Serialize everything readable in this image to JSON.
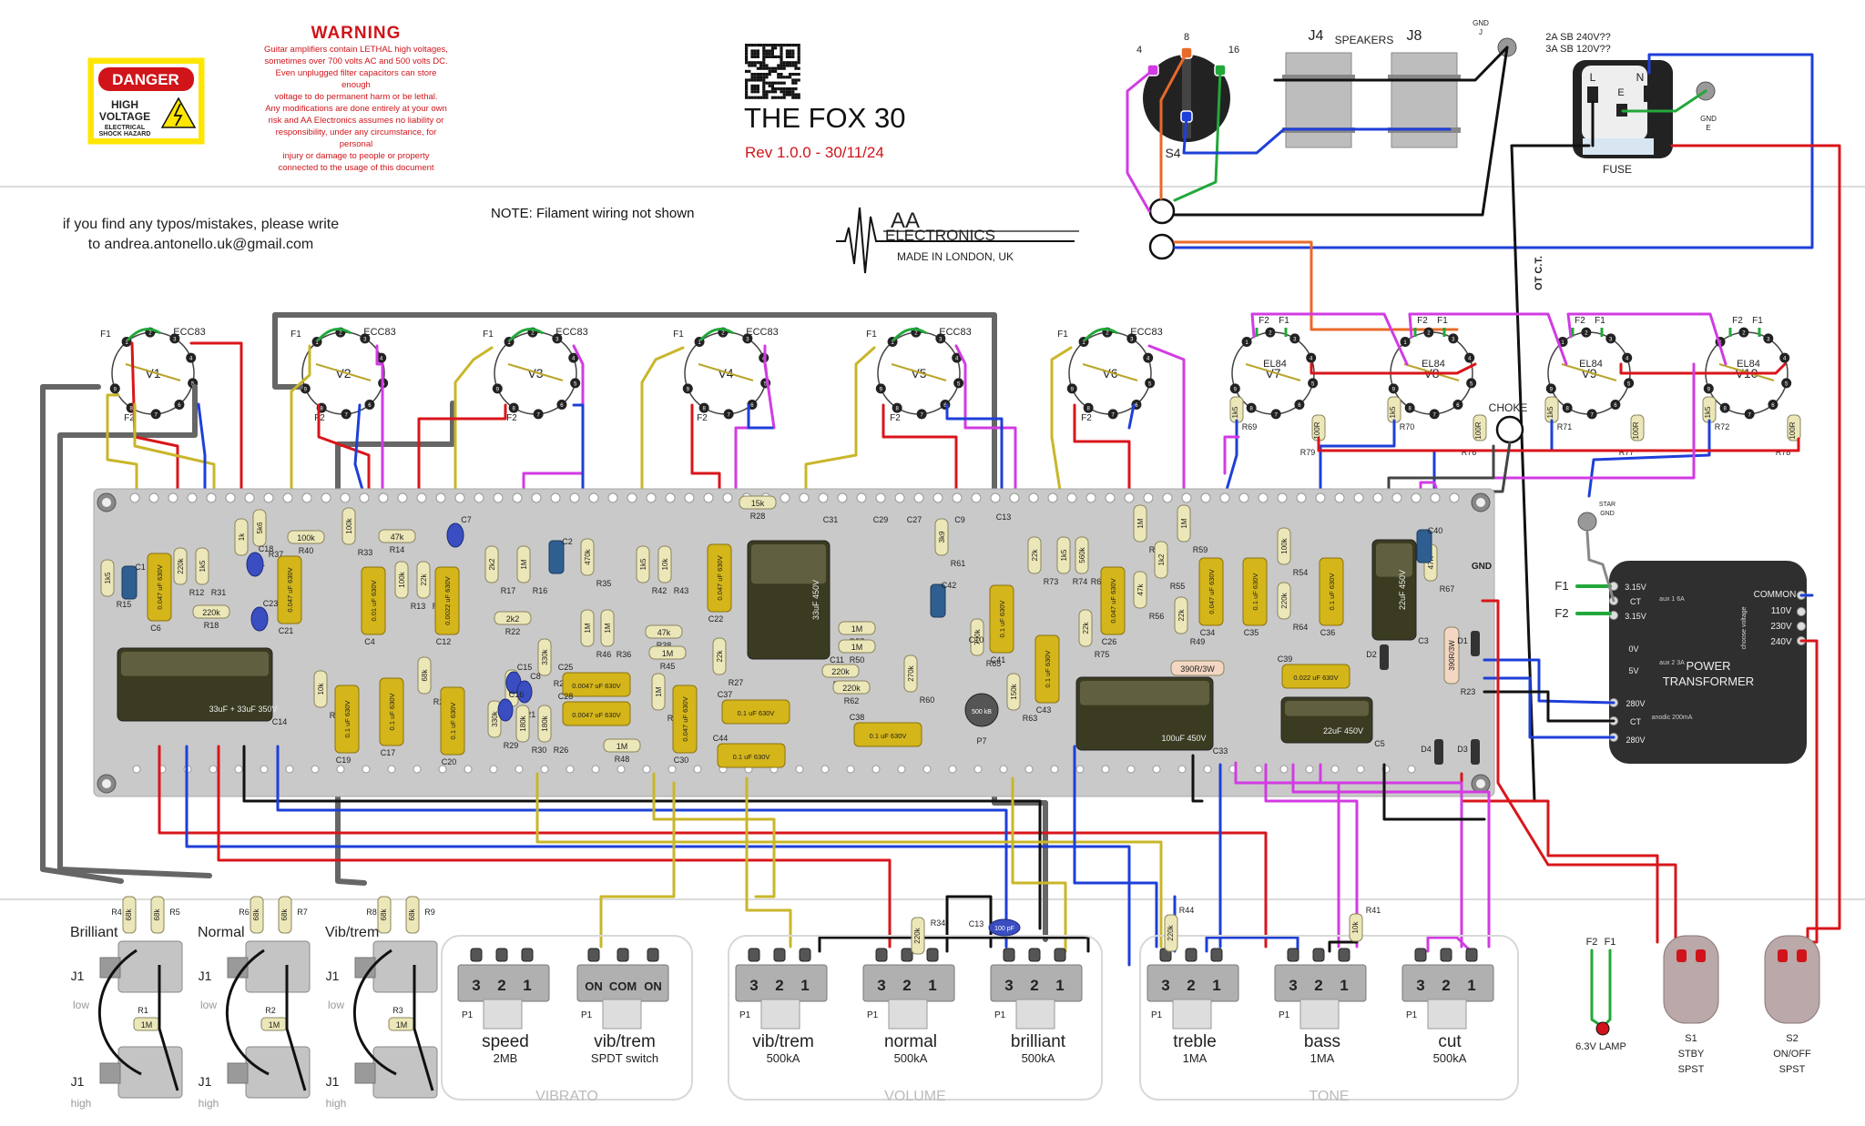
{
  "header": {
    "warning_title": "WARNING",
    "warning_lines": [
      "Guitar amplifiers contain LETHAL high voltages,",
      "sometimes over 700 volts AC and 500 volts DC.",
      "Even unplugged filter capacitors can store enough",
      "voltage to do permanent harm or be lethal.",
      "Any modifications are done entirely at your own",
      "risk and AA Electronics assumes no liability or",
      "responsibility, under any circumstance, for personal",
      "injury or damage to people or property",
      "connected to the usage of this document"
    ],
    "danger_sign": {
      "top": "DANGER",
      "line1": "HIGH",
      "line2": "VOLTAGE",
      "line3": "ELECTRICAL",
      "line4": "SHOCK HAZARD"
    },
    "title": "THE FOX 30",
    "revision": "Rev 1.0.0 - 30/11/24",
    "note": "NOTE: Filament wiring not shown",
    "typo_line1": "if you find any typos/mistakes, please write",
    "typo_line2": "to andrea.antonello.uk@gmail.com",
    "logo_line1": "AA",
    "logo_line2": "ELECTRONICS",
    "logo_line3": "MADE IN LONDON, UK"
  },
  "top_hardware": {
    "speaker_selector": {
      "label": "S4",
      "taps": [
        "4",
        "8",
        "16"
      ]
    },
    "speakers_label": "SPEAKERS",
    "jacks": [
      "J4",
      "J8"
    ],
    "gnd_label": "GND\nJ",
    "fuse_rating_1": "2A SB 240V??",
    "fuse_rating_2": "3A SB 120V??",
    "fuse_label": "FUSE",
    "iec_pins": [
      "L",
      "E",
      "N"
    ],
    "gnd_e": "GND\nE",
    "ot_ct": "OT C.T."
  },
  "tubes": [
    {
      "id": "V1",
      "type": "ECC83"
    },
    {
      "id": "V2",
      "type": "ECC83"
    },
    {
      "id": "V3",
      "type": "ECC83"
    },
    {
      "id": "V4",
      "type": "ECC83"
    },
    {
      "id": "V5",
      "type": "ECC83"
    },
    {
      "id": "V6",
      "type": "ECC83"
    },
    {
      "id": "V7",
      "type": "EL84"
    },
    {
      "id": "V8",
      "type": "EL84"
    },
    {
      "id": "V9",
      "type": "EL84"
    },
    {
      "id": "V10",
      "type": "EL84"
    }
  ],
  "tube_labels": {
    "f1": "F1",
    "f2": "F2"
  },
  "power_tube_resistors": [
    {
      "id": "R69",
      "value": "1k5"
    },
    {
      "id": "R79",
      "value": "100R"
    },
    {
      "id": "R70",
      "value": "1k5"
    },
    {
      "id": "R76",
      "value": "100R"
    },
    {
      "id": "R71",
      "value": "1k5"
    },
    {
      "id": "R77",
      "value": "100R"
    },
    {
      "id": "R72",
      "value": "1k5"
    },
    {
      "id": "R78",
      "value": "100R"
    }
  ],
  "choke_label": "CHOKE",
  "board": {
    "resistors": [
      {
        "v": "1k5",
        "id": "R15"
      },
      {
        "v": "220k",
        "id": "R12"
      },
      {
        "v": "1k5",
        "id": "R31"
      },
      {
        "v": "1k",
        "id": "R11"
      },
      {
        "v": "5k6",
        "id": "R37"
      },
      {
        "v": "100k",
        "id": "R40"
      },
      {
        "v": "220k",
        "id": "R18"
      },
      {
        "v": "100k",
        "id": "R33"
      },
      {
        "v": "47k",
        "id": "R14"
      },
      {
        "v": "100k",
        "id": "R13"
      },
      {
        "v": "22k",
        "id": "R19"
      },
      {
        "v": "2k2",
        "id": "R17"
      },
      {
        "v": "1M",
        "id": "R16"
      },
      {
        "v": "2k2",
        "id": "R22"
      },
      {
        "v": "22k",
        "id": "R21"
      },
      {
        "v": "330k",
        "id": "R29"
      },
      {
        "v": "180k",
        "id": "R30"
      },
      {
        "v": "330k",
        "id": "R25"
      },
      {
        "v": "180k",
        "id": "R26"
      },
      {
        "v": "470k",
        "id": "R35"
      },
      {
        "v": "1M",
        "id": "R46"
      },
      {
        "v": "1M",
        "id": "R36"
      },
      {
        "v": "1k5",
        "id": "R42"
      },
      {
        "v": "10k",
        "id": "R43"
      },
      {
        "v": "47k",
        "id": "R38"
      },
      {
        "v": "1M",
        "id": "R45"
      },
      {
        "v": "22k",
        "id": "R27"
      },
      {
        "v": "15k",
        "id": "R28"
      },
      {
        "v": "1M",
        "id": "R57"
      },
      {
        "v": "1M",
        "id": "R50"
      },
      {
        "v": "220k",
        "id": "R53"
      },
      {
        "v": "220k",
        "id": "R62"
      },
      {
        "v": "270k",
        "id": "R60"
      },
      {
        "v": "3k9",
        "id": "R61"
      },
      {
        "v": "750k",
        "id": "R65"
      },
      {
        "v": "150k",
        "id": "R63"
      },
      {
        "v": "1M",
        "id": "R48"
      },
      {
        "v": "1M",
        "id": "R51"
      },
      {
        "v": "10k",
        "id": "R32"
      },
      {
        "v": "68k",
        "id": "R24"
      },
      {
        "v": "22k",
        "id": "R73"
      },
      {
        "v": "1k5",
        "id": "R74"
      },
      {
        "v": "560k",
        "id": "R68"
      },
      {
        "v": "22k",
        "id": "R75"
      },
      {
        "v": "1M",
        "id": "R52"
      },
      {
        "v": "47k",
        "id": "R56"
      },
      {
        "v": "1k2",
        "id": "R55"
      },
      {
        "v": "22k",
        "id": "R49"
      },
      {
        "v": "1M",
        "id": "R59"
      },
      {
        "v": "220k",
        "id": "R64"
      },
      {
        "v": "100k",
        "id": "R54"
      },
      {
        "v": "47R",
        "id": "R67"
      },
      {
        "v": "390R/3W",
        "id": "R10"
      },
      {
        "v": "390R/3W",
        "id": "R23"
      }
    ],
    "film_caps": [
      {
        "v": "0.047 uF 630V",
        "id": "C6"
      },
      {
        "v": "0.047 uF 630V",
        "id": "C21"
      },
      {
        "v": "0.1 uF 630V",
        "id": "C19"
      },
      {
        "v": "0.1 uF 630V",
        "id": "C17"
      },
      {
        "v": "0.1 uF 630V",
        "id": "C20"
      },
      {
        "v": "0.01 uF 630V",
        "id": "C4"
      },
      {
        "v": "0.0022 uF 630V",
        "id": "C12"
      },
      {
        "v": "0.047 uF 630V",
        "id": "C22"
      },
      {
        "v": "0.1 uF 630V",
        "id": "C37"
      },
      {
        "v": "0.1 uF 630V",
        "id": "C44"
      },
      {
        "v": "0.1 uF 630V",
        "id": "C38"
      },
      {
        "v": "0.0047 uF 630V",
        "id": "C25"
      },
      {
        "v": "0.0047 uF 630V",
        "id": "C28"
      },
      {
        "v": "0.047 uF 630V",
        "id": "C30"
      },
      {
        "v": "0.1 uF 630V",
        "id": "C41"
      },
      {
        "v": "0.1 uF 630V",
        "id": "C43"
      },
      {
        "v": "0.047 uF 630V",
        "id": "C26"
      },
      {
        "v": "0.047 uF 630V",
        "id": "C34"
      },
      {
        "v": "0.1 uF 630V",
        "id": "C35"
      },
      {
        "v": "0.1 uF 630V",
        "id": "C36"
      },
      {
        "v": "0.022 uF 630V",
        "id": "C39"
      }
    ],
    "electrolytics": [
      {
        "v": "33uF + 33uF 350V",
        "id": "C14"
      },
      {
        "v": "33uF 450V",
        "id": "C11"
      },
      {
        "v": "100uF 450V",
        "id": "C33"
      },
      {
        "v": "22uF 450V",
        "id": "C5"
      },
      {
        "v": "22uF 450V",
        "id": "C3"
      }
    ],
    "markers": [
      "C1",
      "C18",
      "C23",
      "C7",
      "C2",
      "C13",
      "C15",
      "C8",
      "C16",
      "C40",
      "C42",
      "C31",
      "C29",
      "C27",
      "C9",
      "C10"
    ],
    "pot_label": "P7",
    "pot_value": "500 kB",
    "gnd": "GND",
    "diodes": [
      "D1",
      "D2",
      "D3",
      "D4"
    ]
  },
  "transformer": {
    "title_1": "POWER",
    "title_2": "TRANSFORMER",
    "common": "COMMON",
    "voltages": [
      "110V",
      "230V",
      "240V"
    ],
    "choose": "choose voltage",
    "heater_taps": [
      "3.15V",
      "CT",
      "3.15V"
    ],
    "aux1": "aux 1 6A",
    "aux2_taps": [
      "0V",
      "5V"
    ],
    "aux2": "aux 2 3A",
    "hv_taps": [
      "280V",
      "CT",
      "280V"
    ],
    "anodic": "anodic 200mA",
    "f1": "F1",
    "f2": "F2",
    "star_gnd": "STAR GND"
  },
  "inputs": [
    {
      "name": "Brilliant",
      "r_a": "R4",
      "v_a": "68k",
      "r_b": "R5",
      "v_b": "68k",
      "r_c": "R1",
      "v_c": "1M"
    },
    {
      "name": "Normal",
      "r_a": "R6",
      "v_a": "68k",
      "r_b": "R7",
      "v_b": "68k",
      "r_c": "R2",
      "v_c": "1M"
    },
    {
      "name": "Vib/trem",
      "r_a": "R8",
      "v_a": "68k",
      "r_b": "R9",
      "v_b": "68k",
      "r_c": "R3",
      "v_c": "1M"
    }
  ],
  "jack_label": "J1",
  "low_label": "low",
  "high_label": "high",
  "pots": [
    {
      "kind": "pot",
      "pins": [
        "3",
        "2",
        "1"
      ],
      "p": "P1",
      "name": "speed",
      "value": "2MB"
    },
    {
      "kind": "switch",
      "pins": [
        "ON",
        "COM",
        "ON"
      ],
      "p": "P1",
      "name": "vib/trem",
      "value": "SPDT switch"
    },
    {
      "kind": "pot",
      "pins": [
        "3",
        "2",
        "1"
      ],
      "p": "P1",
      "name": "vib/trem",
      "value": "500kA"
    },
    {
      "kind": "pot",
      "pins": [
        "3",
        "2",
        "1"
      ],
      "p": "P1",
      "name": "normal",
      "value": "500kA"
    },
    {
      "kind": "pot",
      "pins": [
        "3",
        "2",
        "1"
      ],
      "p": "P1",
      "name": "brilliant",
      "value": "500kA"
    },
    {
      "kind": "pot",
      "pins": [
        "3",
        "2",
        "1"
      ],
      "p": "P1",
      "name": "treble",
      "value": "1MA"
    },
    {
      "kind": "pot",
      "pins": [
        "3",
        "2",
        "1"
      ],
      "p": "P1",
      "name": "bass",
      "value": "1MA"
    },
    {
      "kind": "pot",
      "pins": [
        "3",
        "2",
        "1"
      ],
      "p": "P1",
      "name": "cut",
      "value": "500kA"
    }
  ],
  "pot_groups": [
    "VIBRATO",
    "VOLUME",
    "TONE"
  ],
  "pot_extras": [
    {
      "id": "R34",
      "v": "220k"
    },
    {
      "id": "C13",
      "v": "100 pF"
    },
    {
      "id": "R44",
      "v": "220k"
    },
    {
      "id": "R41",
      "v": "10k"
    }
  ],
  "right_bottom": {
    "lamp_f": [
      "F2",
      "F1"
    ],
    "lamp": "6.3V LAMP",
    "s1": [
      "S1",
      "STBY",
      "SPST"
    ],
    "s2": [
      "S2",
      "ON/OFF",
      "SPST"
    ]
  },
  "colors": {
    "red": "#d9151b",
    "blue": "#1e3fd8",
    "black": "#111111",
    "green": "#22a83a",
    "magenta": "#d23be3",
    "yellow": "#c9b62a",
    "grey": "#5a5a5a",
    "board": "#c9c9c9",
    "resistor": "#ece7b8",
    "cap": "#d4b51a"
  }
}
